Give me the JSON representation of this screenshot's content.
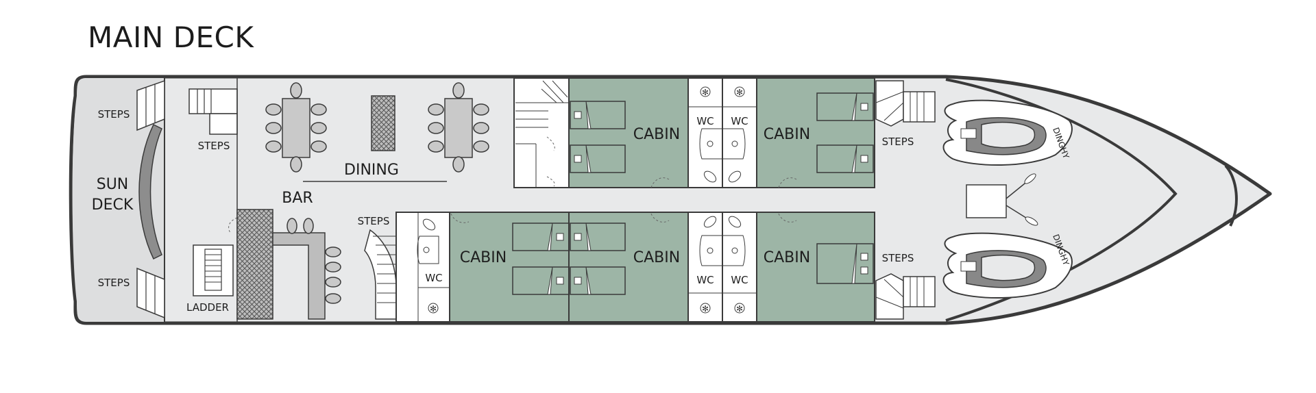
{
  "title": "MAIN DECK",
  "labels": {
    "sun_deck_1": "SUN",
    "sun_deck_2": "DECK",
    "steps": "STEPS",
    "ladder": "LADDER",
    "dining": "DINING",
    "bar": "BAR",
    "cabin": "CABIN",
    "wc": "WC",
    "dinghy_1": "DINGHY",
    "dinghy_2": "DINGHY"
  },
  "colors": {
    "hull_fill": "#e8e9ea",
    "hull_stroke": "#3a3a3a",
    "cabin_fill": "#9db5a6",
    "sun_deck_fill": "#dddedf",
    "grey_mid": "#9a9a9a",
    "grey_light": "#cfcfcf"
  }
}
